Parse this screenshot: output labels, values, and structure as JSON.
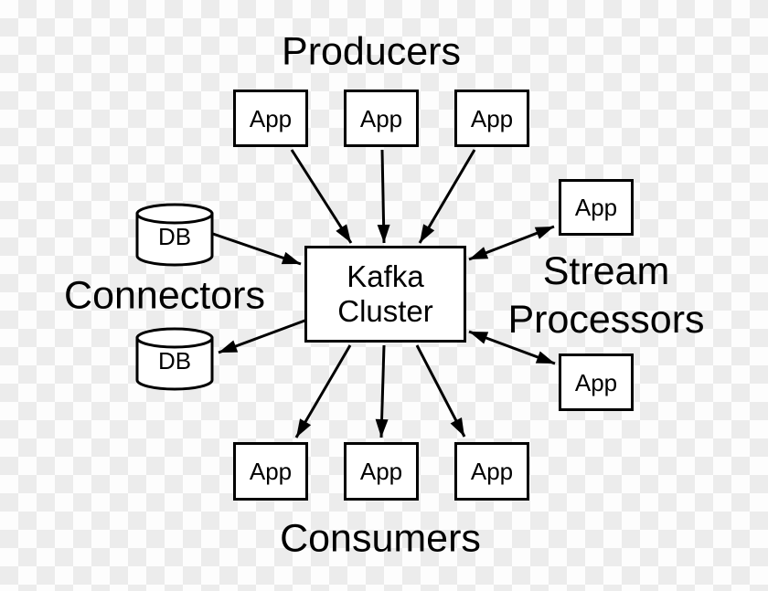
{
  "headings": {
    "producers": "Producers",
    "connectors": "Connectors",
    "stream_processors": [
      "Stream",
      "Processors"
    ],
    "consumers": "Consumers"
  },
  "center_node": {
    "lines": [
      "Kafka",
      "Cluster"
    ]
  },
  "producer_apps": [
    "App",
    "App",
    "App"
  ],
  "consumer_apps": [
    "App",
    "App",
    "App"
  ],
  "stream_apps": [
    "App",
    "App"
  ],
  "databases": [
    "DB",
    "DB"
  ],
  "colors": {
    "checker_light": "#fdfdfd",
    "checker_dark": "#ececec",
    "node_fill": "#ffffff",
    "line": "#000000",
    "text": "#000000"
  }
}
